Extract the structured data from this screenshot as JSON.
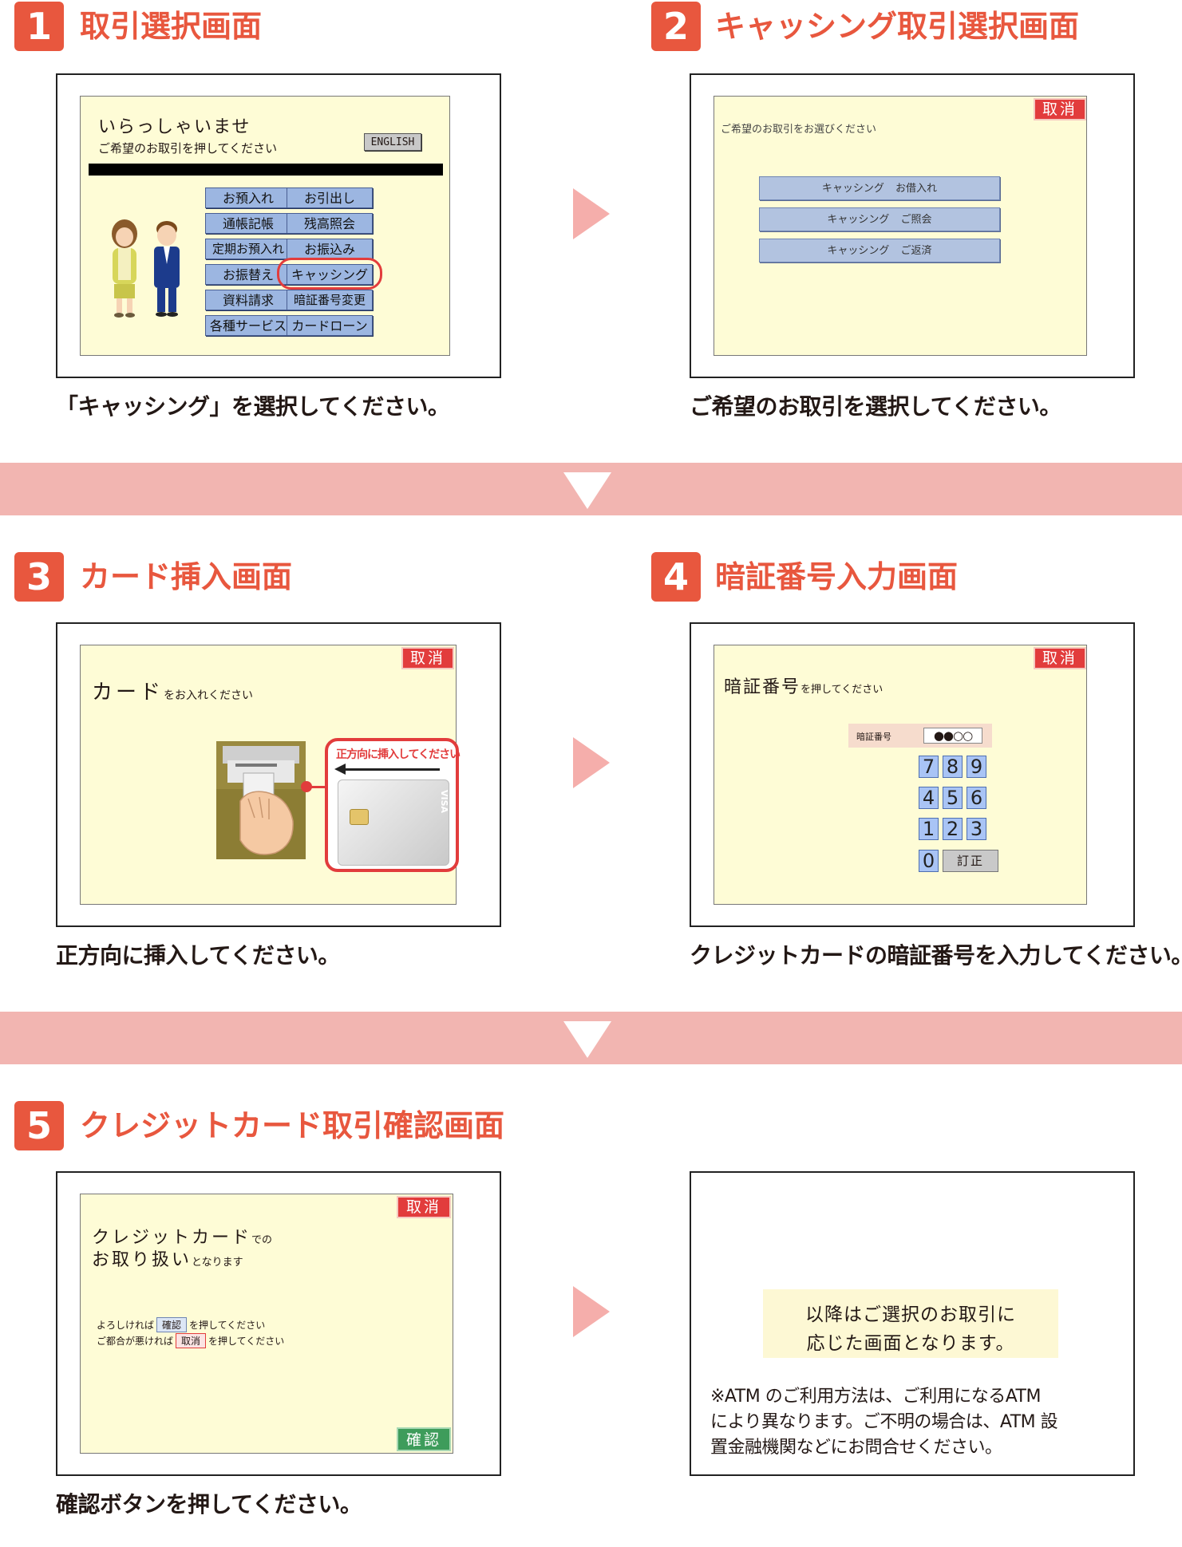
{
  "steps": [
    {
      "num": "1",
      "title": "取引選択画面",
      "caption": "「キャッシング」を選択してください。"
    },
    {
      "num": "2",
      "title": "キャッシング取引選択画面",
      "caption": "ご希望のお取引を選択してください。"
    },
    {
      "num": "3",
      "title": "カード挿入画面",
      "caption": "正方向に挿入してください。"
    },
    {
      "num": "4",
      "title": "暗証番号入力画面",
      "caption": "クレジットカードの暗証番号を入力してください。"
    },
    {
      "num": "5",
      "title": "クレジットカード取引確認画面",
      "caption": "確認ボタンを押してください。"
    }
  ],
  "screen1": {
    "greeting": "いらっしゃいませ",
    "instruction": "ご希望のお取引を押してください",
    "english_button": "ENGLISH",
    "menu": [
      "お預入れ",
      "お引出し",
      "通帳記帳",
      "残高照会",
      "定期お預入れ",
      "お振込み",
      "お振替え",
      "キャッシング",
      "資料請求",
      "暗証番号変更",
      "各種サービス",
      "カードローン"
    ]
  },
  "screen2": {
    "cancel": "取消",
    "instruction": "ご希望のお取引をお選びください",
    "options": [
      "キャッシング お借入れ",
      "キャッシング ご照会",
      "キャッシング ご返済"
    ]
  },
  "screen3": {
    "cancel": "取消",
    "title_large": "カード",
    "title_small": "をお入れください",
    "callout": "正方向に挿入してください",
    "card_brand": "VISA"
  },
  "screen4": {
    "cancel": "取消",
    "title_large": "暗証番号",
    "title_small": "を押してください",
    "pin_label": "暗証番号",
    "pin_value": "●●○○",
    "keys": [
      "7",
      "8",
      "9",
      "4",
      "5",
      "6",
      "1",
      "2",
      "3",
      "0"
    ],
    "correct": "訂正"
  },
  "screen5": {
    "cancel": "取消",
    "line1_large": "クレジットカード",
    "line1_small": "での",
    "line2_large": "お取り扱い",
    "line2_small": "となります",
    "confirm_line_pre": "よろしければ",
    "confirm_tag": "確認",
    "confirm_line_post": "を押してください",
    "cancel_line_pre": "ご都合が悪ければ",
    "cancel_tag": "取消",
    "cancel_line_post": "を押してください",
    "confirm_button": "確認"
  },
  "screen6": {
    "notice_line1": "以降はご選択のお取引に",
    "notice_line2": "応じた画面となります。",
    "note_line1": "※ATM のご利用方法は、ご利用になるATM",
    "note_line2": "により異なります。ご不明の場合は、ATM 設",
    "note_line3": "置金融機関などにお問合せください。"
  }
}
